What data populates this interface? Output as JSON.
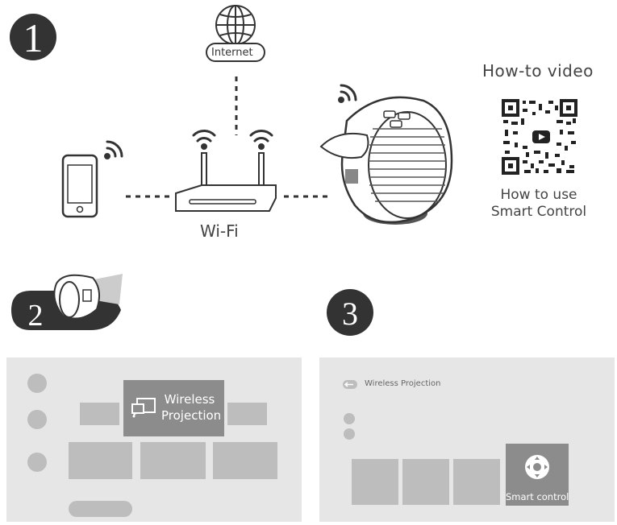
{
  "steps": {
    "step1": "1",
    "step2": "2",
    "step3": "3"
  },
  "network": {
    "internet_label": "Internet",
    "wifi_label": "Wi-Fi"
  },
  "howto": {
    "title": "How-to video",
    "caption": "How to use Smart Control"
  },
  "screen2": {
    "wireless_projection_label": "Wireless Projection"
  },
  "screen3": {
    "breadcrumb": "Wireless Projection",
    "smart_control_label": "Smart control"
  },
  "colors": {
    "dark": "#333333",
    "panel_bg": "#e6e6e6",
    "tile": "#bdbdbd",
    "highlight_tile": "#8c8c8c"
  }
}
